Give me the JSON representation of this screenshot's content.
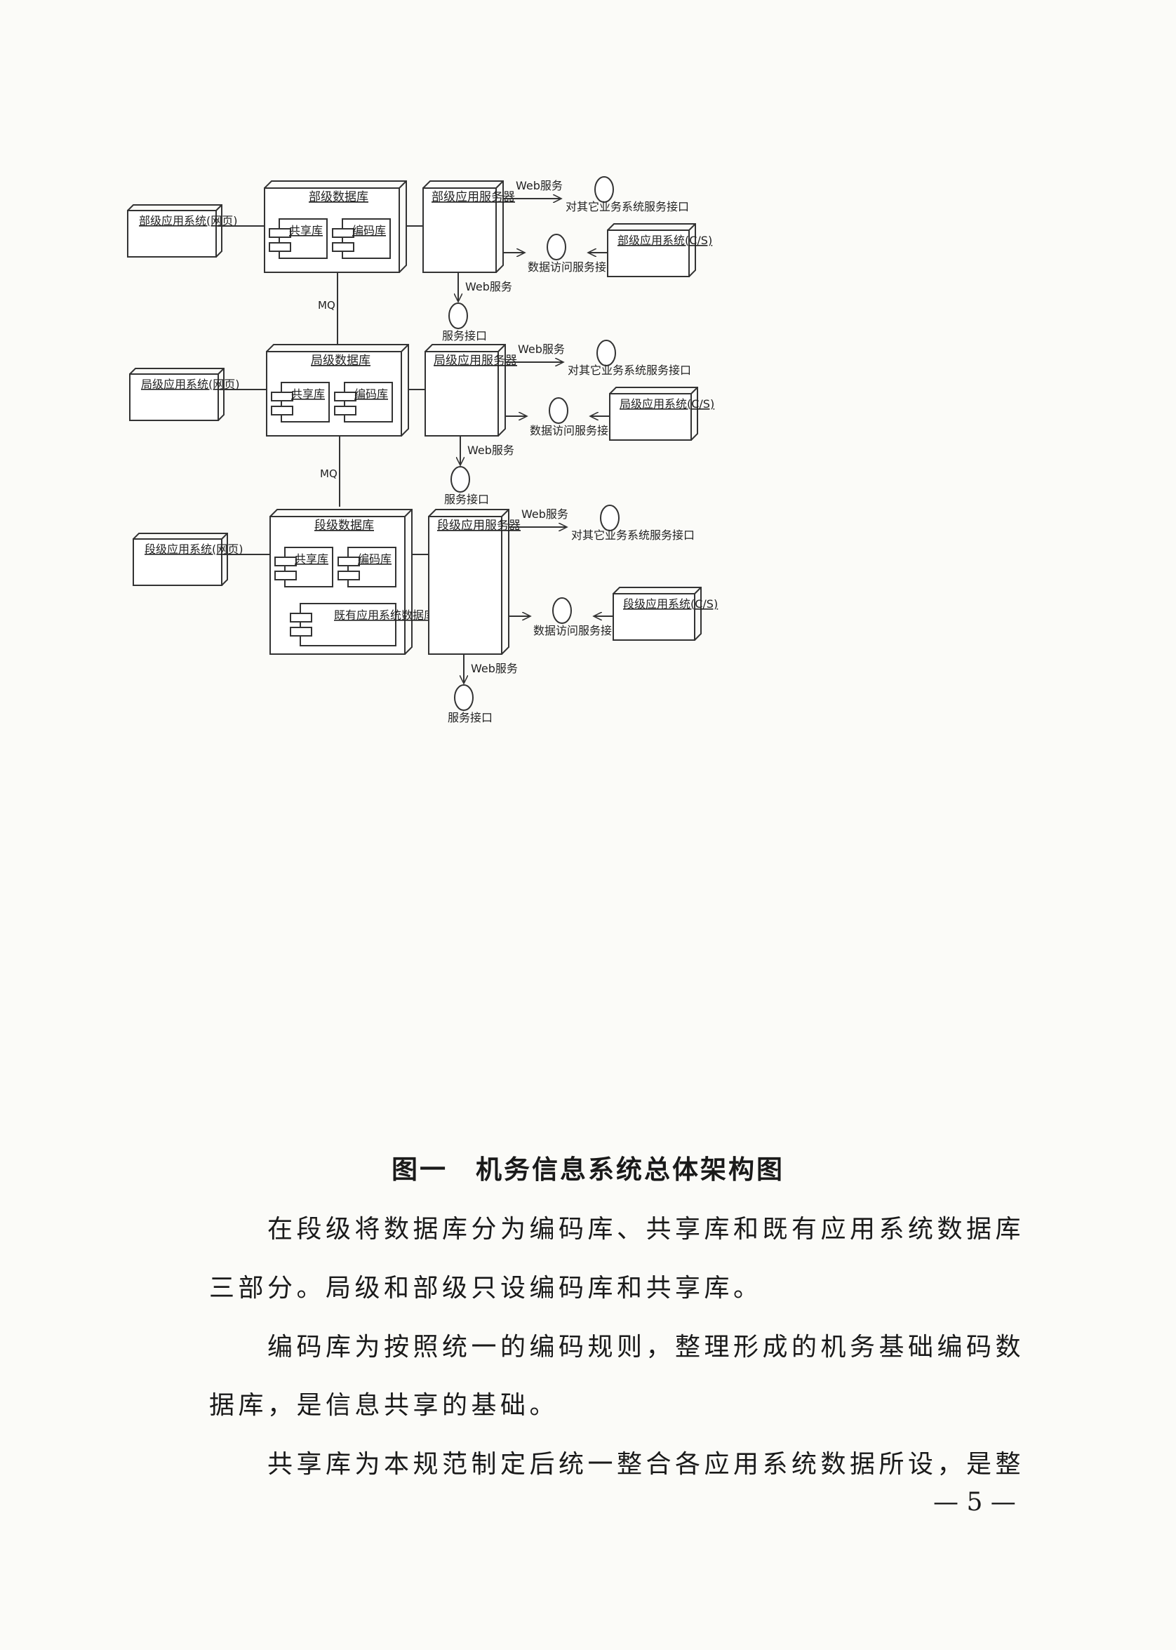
{
  "diagram": {
    "tiers": [
      {
        "client_left": "部级应用系统(网页)",
        "db_title": "部级数据库",
        "db_items": [
          "共享库",
          "编码库"
        ],
        "server": "部级应用服务器",
        "web1": "Web服务",
        "iface1": "对其它业务系统服务接口",
        "data_iface": "数据访问服务接口",
        "client_right": "部级应用系统(C/S)",
        "web_bottom": "Web服务",
        "svc_iface": "服务接口"
      },
      {
        "client_left": "局级应用系统(网页)",
        "db_title": "局级数据库",
        "db_items": [
          "共享库",
          "编码库"
        ],
        "server": "局级应用服务器",
        "web1": "Web服务",
        "iface1": "对其它业务系统服务接口",
        "data_iface": "数据访问服务接口",
        "client_right": "局级应用系统(C/S)",
        "web_bottom": "Web服务",
        "svc_iface": "服务接口"
      },
      {
        "client_left": "段级应用系统(网页)",
        "db_title": "段级数据库",
        "db_items": [
          "共享库",
          "编码库"
        ],
        "db_extra": "既有应用系统数据库",
        "server": "段级应用服务器",
        "web1": "Web服务",
        "iface1": "对其它业务系统服务接口",
        "data_iface": "数据访问服务接口",
        "client_right": "段级应用系统(C/S)",
        "web_bottom": "Web服务",
        "svc_iface": "服务接口"
      }
    ],
    "mq_labels": [
      "MQ",
      "MQ"
    ]
  },
  "caption": "图一　机务信息系统总体架构图",
  "paragraphs": [
    "　　在段级将数据库分为编码库、共享库和既有应用系统数据库",
    "三部分。局级和部级只设编码库和共享库。",
    "　　编码库为按照统一的编码规则，整理形成的机务基础编码数",
    "据库，是信息共享的基础。",
    "　　共享库为本规范制定后统一整合各应用系统数据所设，是整"
  ],
  "page_number": "— 5 —"
}
